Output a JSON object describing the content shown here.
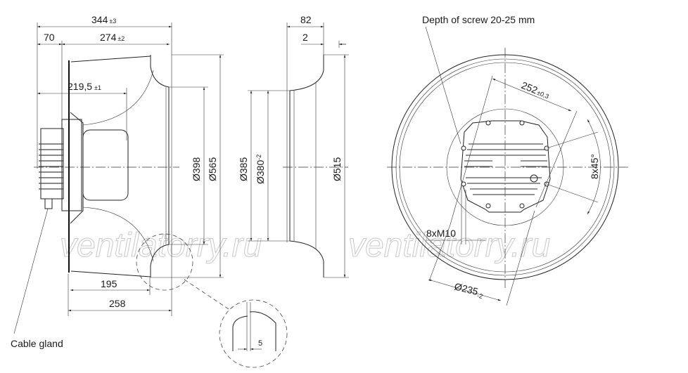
{
  "side_view": {
    "dims": {
      "overall_length": "344",
      "overall_length_tol": "±3",
      "motor_offset": "70",
      "impeller_length": "274",
      "impeller_length_tol": "±2",
      "hub_depth": "219,5",
      "hub_depth_tol": "±1",
      "inlet_diameter": "Ø398",
      "outer_diameter": "Ø565",
      "depth_195": "195",
      "depth_258": "258"
    },
    "label_cable_gland": "Cable gland"
  },
  "nozzle_view": {
    "dims": {
      "width": "82",
      "lip": "2",
      "d385": "Ø385",
      "d380": "Ø380",
      "d380_tol": "-2",
      "d515": "Ø515"
    }
  },
  "detail": {
    "gap": "5"
  },
  "front_view": {
    "note": "Depth of screw 20-25 mm",
    "bolt_circle": "252",
    "bolt_circle_tol": "±0,3",
    "angle": "8x45°",
    "thread": "8xM10",
    "hub_diameter": "Ø235",
    "hub_diameter_tol": "-2"
  },
  "watermark": "ventilatorry.ru"
}
